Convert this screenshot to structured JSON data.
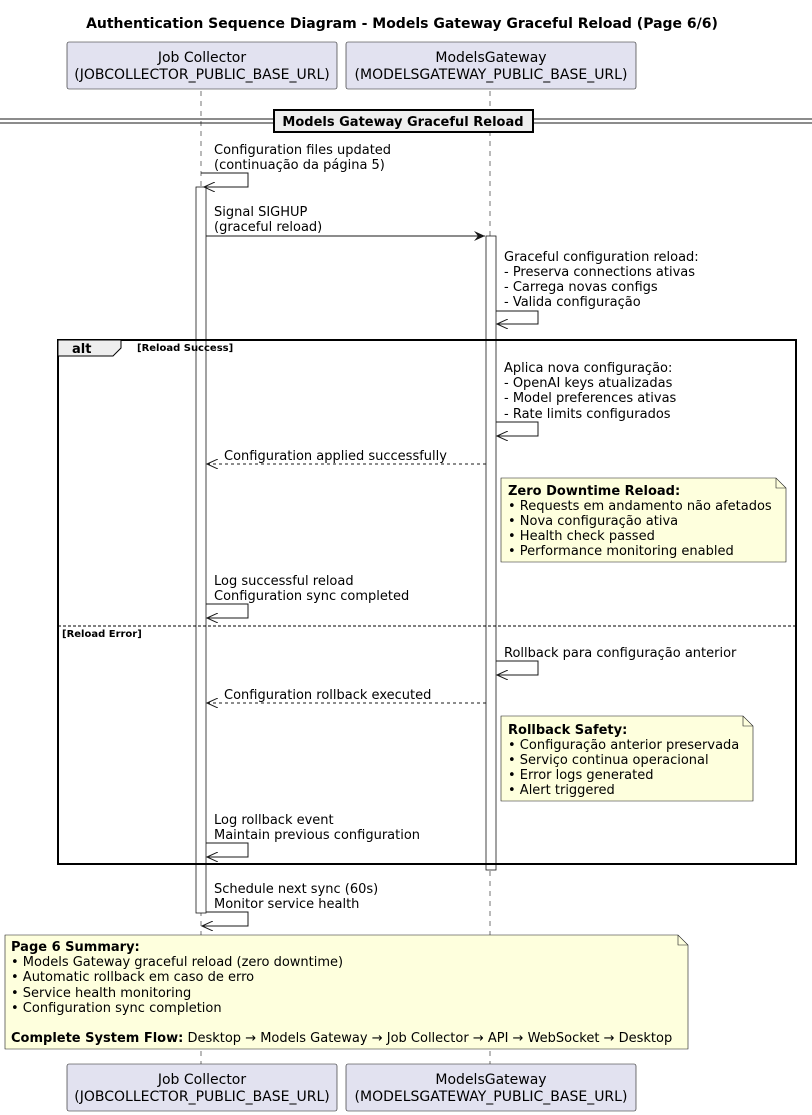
{
  "title": "Authentication Sequence Diagram - Models Gateway Graceful Reload (Page 6/6)",
  "participants": [
    {
      "line1": "Job Collector",
      "line2": "(JOBCOLLECTOR_PUBLIC_BASE_URL)"
    },
    {
      "line1": "ModelsGateway",
      "line2": "(MODELSGATEWAY_PUBLIC_BASE_URL)"
    }
  ],
  "divider": "Models Gateway Graceful Reload",
  "messages": [
    {
      "id": "m1",
      "lines": [
        "Configuration files updated",
        "(continuação da página 5)"
      ]
    },
    {
      "id": "m2",
      "lines": [
        "Signal SIGHUP",
        "(graceful reload)"
      ]
    },
    {
      "id": "m3",
      "lines": [
        "Graceful configuration reload:",
        "- Preserva connections ativas",
        "- Carrega novas configs",
        "- Valida configuração"
      ]
    },
    {
      "id": "m4",
      "lines": [
        "Aplica nova configuração:",
        "- OpenAI keys atualizadas",
        "- Model preferences ativas",
        "- Rate limits configurados"
      ]
    },
    {
      "id": "m5",
      "lines": [
        "Configuration applied successfully"
      ]
    },
    {
      "id": "m6",
      "lines": [
        "Log successful reload",
        "Configuration sync completed"
      ]
    },
    {
      "id": "m7",
      "lines": [
        "Rollback para configuração anterior"
      ]
    },
    {
      "id": "m8",
      "lines": [
        "Configuration rollback executed"
      ]
    },
    {
      "id": "m9",
      "lines": [
        "Log rollback event",
        "Maintain previous configuration"
      ]
    },
    {
      "id": "m10",
      "lines": [
        "Schedule next sync (60s)",
        "Monitor service health"
      ]
    }
  ],
  "alt": {
    "keyword": "alt",
    "guard1": "[Reload Success]",
    "guard2": "[Reload Error]"
  },
  "notes": [
    {
      "id": "n1",
      "heading": "Zero Downtime Reload:",
      "lines": [
        "• Requests em andamento não afetados",
        "• Nova configuração ativa",
        "• Health check passed",
        "• Performance monitoring enabled"
      ]
    },
    {
      "id": "n2",
      "heading": "Rollback Safety:",
      "lines": [
        "• Configuração anterior preservada",
        "• Serviço continua operacional",
        "• Error logs generated",
        "• Alert triggered"
      ]
    }
  ],
  "summary": {
    "heading": "Page 6 Summary:",
    "lines": [
      "• Models Gateway graceful reload (zero downtime)",
      "• Automatic rollback em caso de erro",
      "• Service health monitoring",
      "• Configuration sync completion"
    ],
    "flow_label": "Complete System Flow:",
    "flow_text": " Desktop → Models Gateway → Job Collector → API → WebSocket → Desktop"
  },
  "colors": {
    "participant_fill": "#E2E2F0",
    "participant_border": "#181818",
    "note_fill": "#FEFFDD",
    "note_border": "#181818",
    "alt_header_fill": "#EEEEEE",
    "lifeline": "#181818",
    "line": "#181818"
  }
}
